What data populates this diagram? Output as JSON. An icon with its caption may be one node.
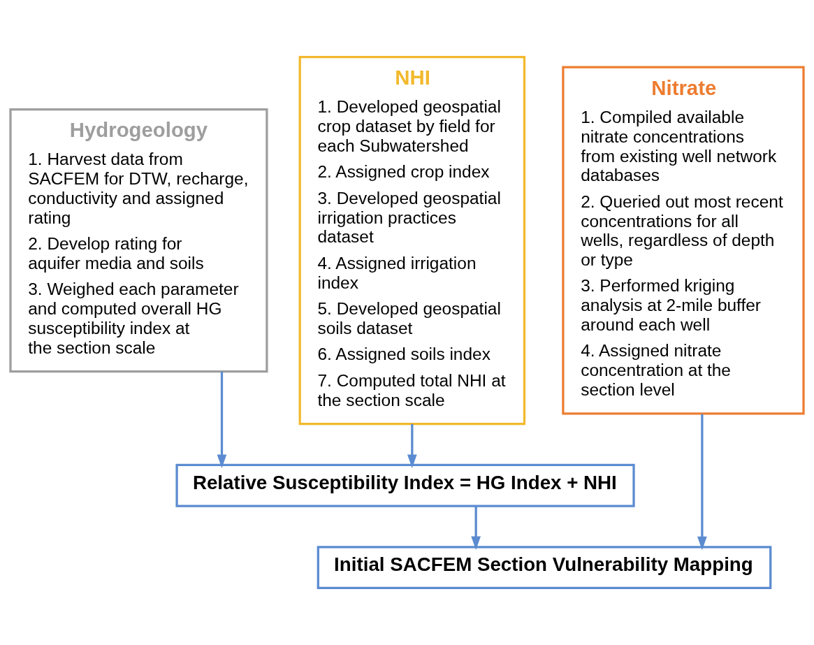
{
  "diagram": {
    "nodes": [
      {
        "text": [
          "Hydrogeology",
          "1. Harvest data from SACFEM for DTW, recharge, conductivity and assigned rating",
          "2. Develop rating for aquifer media and soils",
          "3. Weighed each parameter and computed overall HG susceptibility index at the section scale"
        ]
      },
      {
        "text": [
          "NHI",
          "1. Developed geospatial crop dataset by field for each Subwatershed",
          "2. Assigned crop index",
          "3. Developed geospatial irrigation practices dataset",
          "4. Assigned irrigation index",
          "5. Developed geospatial soils dataset",
          "6. Assigned soils index",
          "7. Computed total NHI at the section scale"
        ]
      },
      {
        "text": [
          "Nitrate",
          "1. Compiled available nitrate concentrations from existing well network databases",
          "2. Queried out most recent concentrations for all wells, regardless of depth or type",
          "3. Performed kriging analysis at 2-mile buffer around each well",
          "4. Assigned nitrate concentration at the section level"
        ]
      },
      {
        "text": [
          "Relative Susceptibility Index = HG Index + NHI"
        ]
      },
      {
        "text": [
          "Initial SACFEM Section Vulnerability Mapping"
        ]
      }
    ],
    "edges": [
      {
        "from": 0,
        "to": 3,
        "arrow": "to"
      },
      {
        "from": 1,
        "to": 3,
        "arrow": "to"
      },
      {
        "from": 3,
        "to": 4,
        "arrow": "to"
      },
      {
        "from": 2,
        "to": 4,
        "arrow": "to"
      }
    ]
  }
}
